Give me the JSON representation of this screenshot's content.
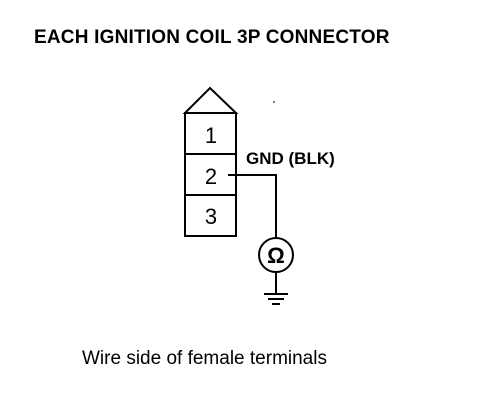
{
  "title": "EACH IGNITION COIL 3P CONNECTOR",
  "connector": {
    "pins": [
      "1",
      "2",
      "3"
    ]
  },
  "wire_label": "GND (BLK)",
  "meter_symbol": "Ω",
  "caption": "Wire side of female terminals"
}
